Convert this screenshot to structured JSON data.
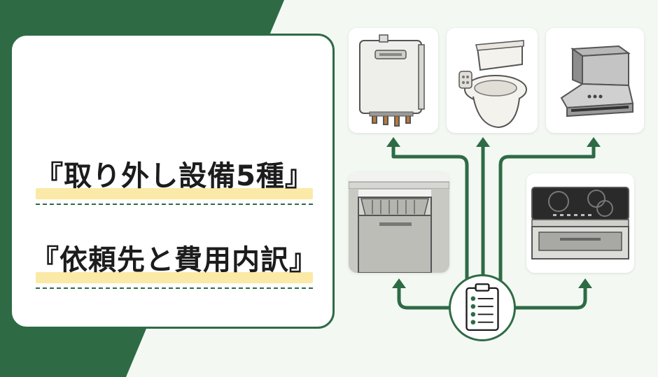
{
  "title": {
    "line1": "『取り外し設備5種』",
    "line2": "『依頼先と費用内訳』"
  },
  "equipment": [
    {
      "id": "water-heater",
      "icon": "water-heater-icon"
    },
    {
      "id": "toilet",
      "icon": "toilet-icon"
    },
    {
      "id": "range-hood",
      "icon": "range-hood-icon"
    },
    {
      "id": "dishwasher",
      "icon": "dishwasher-icon"
    },
    {
      "id": "ih-cooktop",
      "icon": "ih-cooktop-icon"
    }
  ],
  "hub": {
    "icon": "clipboard-checklist-icon"
  },
  "colors": {
    "accent_green": "#2e6b45",
    "background": "#f3f8f3",
    "highlight_yellow": "#fbeaa7"
  }
}
